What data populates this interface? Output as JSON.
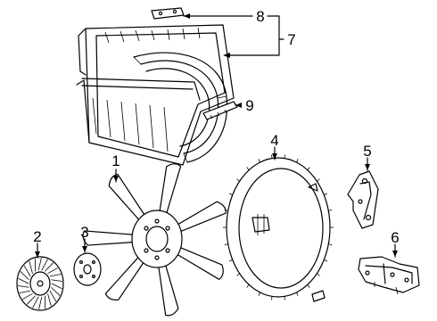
{
  "callouts": [
    {
      "id": "1",
      "text": "1"
    },
    {
      "id": "2",
      "text": "2"
    },
    {
      "id": "3",
      "text": "3"
    },
    {
      "id": "4",
      "text": "4"
    },
    {
      "id": "5",
      "text": "5"
    },
    {
      "id": "6",
      "text": "6"
    },
    {
      "id": "7",
      "text": "7"
    },
    {
      "id": "8",
      "text": "8"
    },
    {
      "id": "9",
      "text": "9"
    }
  ],
  "parts": [
    {
      "callout": "1",
      "icon": "fan-blade-icon"
    },
    {
      "callout": "2",
      "icon": "fan-clutch-icon"
    },
    {
      "callout": "3",
      "icon": "spacer-plate-icon"
    },
    {
      "callout": "4",
      "icon": "fan-ring-icon"
    },
    {
      "callout": "5",
      "icon": "bracket-icon"
    },
    {
      "callout": "6",
      "icon": "mount-bracket-icon"
    },
    {
      "callout": "7",
      "icon": "fan-shroud-assembly-icon"
    },
    {
      "callout": "8",
      "icon": "shroud-clip-icon"
    },
    {
      "callout": "9",
      "icon": "shroud-seal-icon"
    }
  ]
}
